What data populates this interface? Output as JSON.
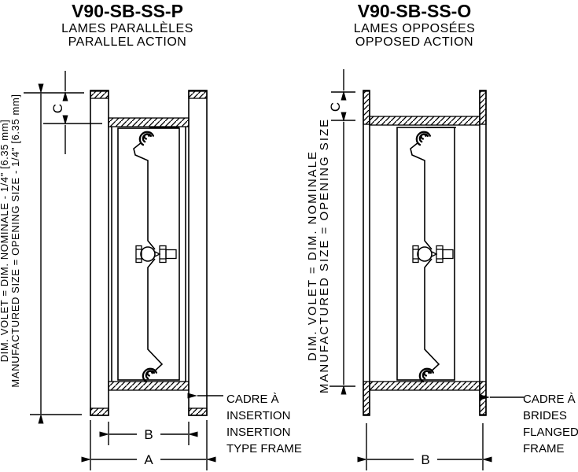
{
  "drawing": {
    "left": {
      "title": "V90-SB-SS-P",
      "subtitle_fr": "LAMES PARALLÈLES",
      "subtitle_en": "PARALLEL ACTION",
      "size_note_fr": "DIM. VOLET = DIM. NOMINALE - 1/4\" [6.35 mm]",
      "size_note_en": "MANUFACTURED SIZE = OPENING SIZE - 1/4\" [6.35 mm]",
      "dim_a_label": "A",
      "dim_b_label": "B",
      "dim_c_label": "C",
      "frame_callout": [
        "CADRE À",
        "INSERTION",
        "INSERTION",
        "TYPE FRAME"
      ]
    },
    "right": {
      "title": "V90-SB-SS-O",
      "subtitle_fr": "LAMES OPPOSÉES",
      "subtitle_en": "OPPOSED ACTION",
      "size_note_fr": "DIM. VOLET = DIM. NOMINALE",
      "size_note_en": "MANUFACTURED SIZE = OPENING SIZE",
      "dim_b_label": "B",
      "dim_c_label": "C",
      "frame_callout": [
        "CADRE À",
        "BRIDES",
        "FLANGED",
        "FRAME"
      ]
    },
    "colors": {
      "ink": "#000000",
      "paper": "#ffffff"
    }
  }
}
